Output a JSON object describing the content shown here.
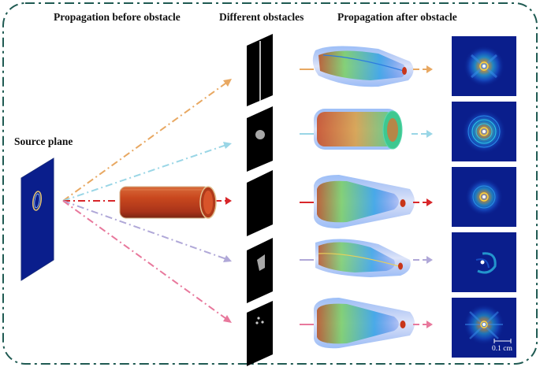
{
  "headings": {
    "before": "Propagation before obstacle",
    "obstacles": "Different obstacles",
    "after": "Propagation after obstacle",
    "source": "Source plane"
  },
  "scale_bar": "0.1 cm",
  "colors": {
    "frame": "#1f5a52",
    "panel_blue": "#0a1e8c",
    "beam_red": "#b83a1c",
    "arrows": [
      "#e8a862",
      "#9ad6e6",
      "#d8262a",
      "#b0a8d8",
      "#e8789c"
    ]
  },
  "obstacles": [
    "vertical-line",
    "circle",
    "none",
    "polygon",
    "three-dots"
  ],
  "rows": [
    {
      "arrow_color": "#e8a862",
      "obstacle": "vertical-line",
      "beam": "distorted"
    },
    {
      "arrow_color": "#9ad6e6",
      "obstacle": "circle",
      "beam": "tube"
    },
    {
      "arrow_color": "#d8262a",
      "obstacle": "none",
      "beam": "core"
    },
    {
      "arrow_color": "#b0a8d8",
      "obstacle": "polygon",
      "beam": "split"
    },
    {
      "arrow_color": "#e8789c",
      "obstacle": "three-dots",
      "beam": "core"
    }
  ]
}
